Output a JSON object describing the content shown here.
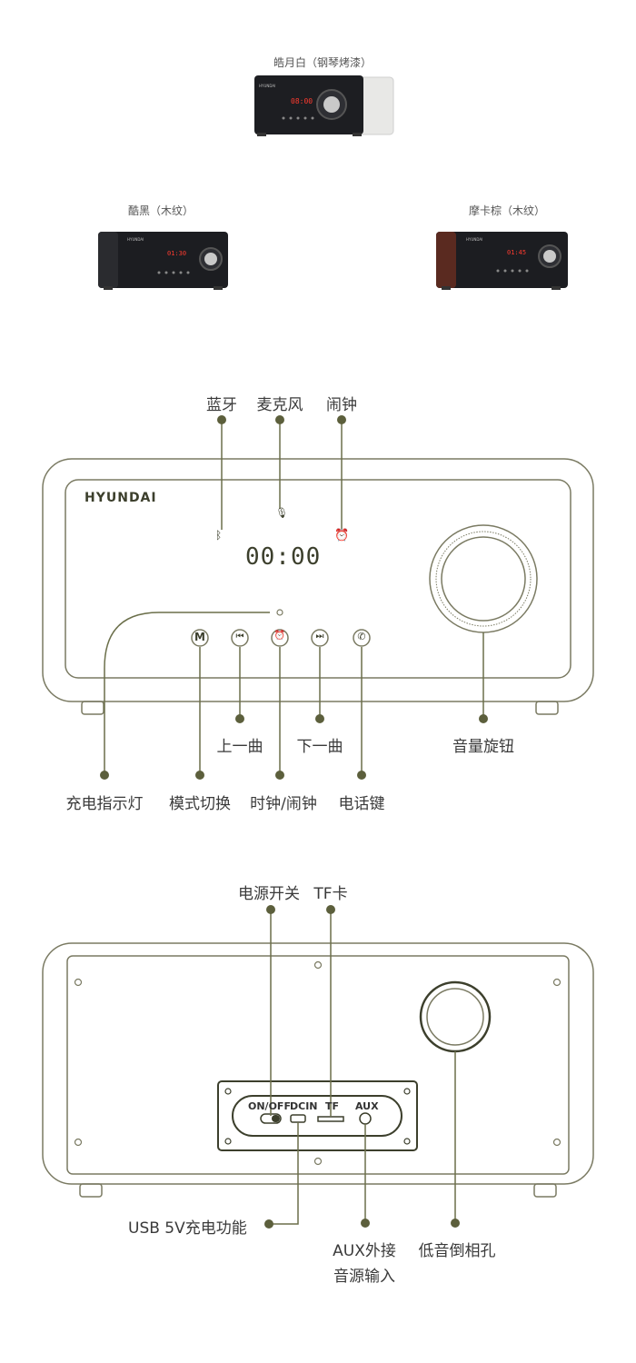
{
  "variants": [
    {
      "name": "皓月白（钢琴烤漆）",
      "display": "08:00",
      "body_color": "#1d1e22",
      "side_color": "#e8e8e6"
    },
    {
      "name": "酷黑（木纹）",
      "display": "01:30",
      "body_color": "#1c1d21",
      "side_color": "#2a2b2f"
    },
    {
      "name": "摩卡棕（木纹）",
      "display": "01:45",
      "body_color": "#1c1d21",
      "side_color": "#5a2a20"
    }
  ],
  "front": {
    "brand": "HYUNDAI",
    "display": "00:00",
    "top_callouts": {
      "bluetooth": "蓝牙",
      "microphone": "麦克风",
      "alarm": "闹钟"
    },
    "bottom_callouts": {
      "prev": "上一曲",
      "next": "下一曲",
      "volume": "音量旋钮",
      "charge": "充电指示灯",
      "mode": "模式切换",
      "clock": "时钟/闹钟",
      "phone": "电话键"
    },
    "buttons": [
      {
        "icon": "mode-m-icon",
        "glyph": "M"
      },
      {
        "icon": "prev-track-icon",
        "glyph": "⏮"
      },
      {
        "icon": "alarm-clock-icon",
        "glyph": "⏰"
      },
      {
        "icon": "next-track-icon",
        "glyph": "⏭"
      },
      {
        "icon": "phone-icon",
        "glyph": "✆"
      }
    ]
  },
  "back": {
    "top_callouts": {
      "power": "电源开关",
      "tf": "TF卡"
    },
    "ports": {
      "onoff": "ON/OFF",
      "dcin": "DCIN",
      "tf": "TF",
      "aux": "AUX"
    },
    "bottom_callouts": {
      "usb": "USB 5V充电功能",
      "aux_line1": "AUX外接",
      "aux_line2": "音源输入",
      "bass": "低音倒相孔"
    }
  },
  "colors": {
    "line": "#6b6f4a",
    "dot": "#5c5f3c",
    "outline": "#7a7a62"
  }
}
